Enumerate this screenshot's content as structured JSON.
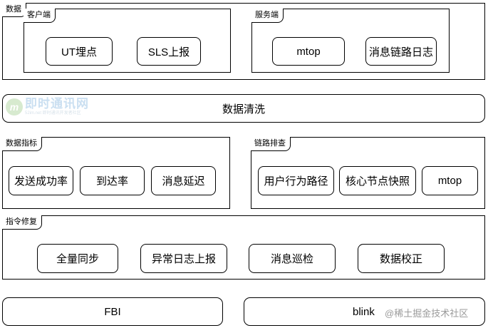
{
  "data_source": {
    "label": "数据",
    "client": {
      "label": "客户端",
      "items": [
        "UT埋点",
        "SLS上报"
      ]
    },
    "server": {
      "label": "服务端",
      "items": [
        "mtop",
        "消息链路日志"
      ]
    }
  },
  "cleaning": {
    "label": "数据清洗"
  },
  "metrics": {
    "label": "数据指标",
    "items": [
      "发送成功率",
      "到达率",
      "消息延迟"
    ]
  },
  "trace": {
    "label": "链路排查",
    "items": [
      "用户行为路径",
      "核心节点快照",
      "mtop"
    ]
  },
  "repair": {
    "label": "指令修复",
    "items": [
      "全量同步",
      "异常日志上报",
      "消息巡检",
      "数据校正"
    ]
  },
  "bottom": {
    "left": "FBI",
    "right": "blink"
  },
  "watermarks": {
    "logo_title": "即时通讯网",
    "logo_sub": "52im.net 即时通讯开发者社区",
    "logo_icon": "im-logo-icon",
    "juejin": "@稀土掘金技术社区"
  }
}
